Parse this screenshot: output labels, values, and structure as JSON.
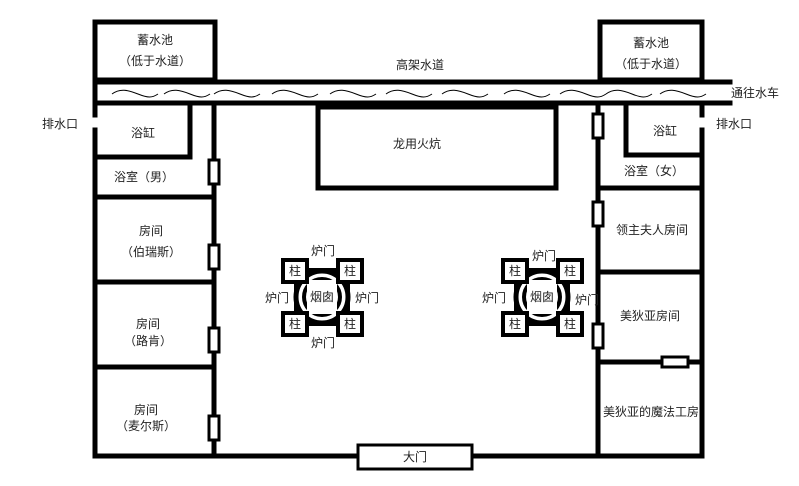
{
  "diagram": {
    "type": "floor-plan",
    "colors": {
      "wall": "#000000",
      "background": "#ffffff",
      "text": "#222222"
    },
    "aqueduct": {
      "label": "高架水道",
      "outlet_label": "通往水车"
    },
    "reservoirs": [
      {
        "name": "蓄水池",
        "note": "（低于水道）"
      },
      {
        "name": "蓄水池",
        "note": "（低于水道）"
      }
    ],
    "drains": [
      {
        "label": "排水口"
      },
      {
        "label": "排水口"
      }
    ],
    "left_wing": {
      "bathtub": "浴缸",
      "bathroom": "浴室（男）",
      "rooms": [
        {
          "title": "房间",
          "owner": "（伯瑞斯）"
        },
        {
          "title": "房间",
          "owner": "（路肯）"
        },
        {
          "title": "房间",
          "owner": "（麦尔斯）"
        }
      ]
    },
    "right_wing": {
      "bathtub": "浴缸",
      "bathroom": "浴室（女）",
      "rooms": [
        {
          "title": "领主夫人房间"
        },
        {
          "title": "美狄亚房间"
        },
        {
          "title": "美狄亚的魔法工房"
        }
      ]
    },
    "hall": {
      "kang": "龙用火炕",
      "main_gate": "大门"
    },
    "stoves": [
      {
        "chimney": "烟囱",
        "pillar": "柱",
        "doors": {
          "top": "炉门",
          "left": "炉门",
          "right": "炉门",
          "bottom": "炉门"
        }
      },
      {
        "chimney": "烟囱",
        "pillar": "柱",
        "doors": {
          "top": "炉门",
          "left": "炉门",
          "right": "炉门"
        }
      }
    ]
  }
}
